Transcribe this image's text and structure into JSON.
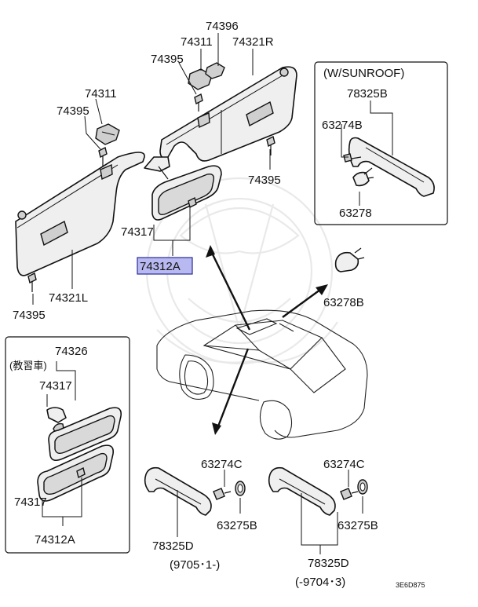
{
  "diagram": {
    "labels": {
      "p74396": "74396",
      "p74311_top": "74311",
      "p74321R": "74321R",
      "p74395_top": "74395",
      "p74311_left": "74311",
      "p74395_left": "74395",
      "p74395_mid": "74395",
      "p74317_main": "74317",
      "p74312A_main": "74312A",
      "p74321L": "74321L",
      "p74395_bottom": "74395",
      "p63278B": "63278B",
      "p78325D_left": "78325D",
      "p78325D_right": "78325D",
      "p63274C_left": "63274C",
      "p63275B_left": "63275B",
      "p63274C_right": "63274C",
      "p63275B_right": "63275B",
      "date_left": "(9705･1-)",
      "date_right": "(-9704･3)",
      "code": "3E6D875"
    },
    "sunroof_box": {
      "title": "(W/SUNROOF)",
      "p78325B": "78325B",
      "p63274B": "63274B",
      "p63278": "63278"
    },
    "school_box": {
      "title": "(教習車)",
      "p74326": "74326",
      "p74317_a": "74317",
      "p74317_b": "74317",
      "p74312A": "74312A"
    }
  }
}
